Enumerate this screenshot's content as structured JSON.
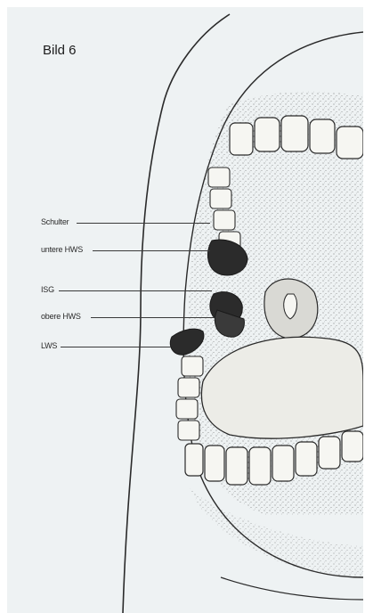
{
  "figure": {
    "title": "Bild 6",
    "labels": [
      {
        "id": "schulter",
        "text": "Schulter"
      },
      {
        "id": "untere-hws",
        "text": "untere HWS"
      },
      {
        "id": "isg",
        "text": "ISG"
      },
      {
        "id": "obere-hws",
        "text": "obere HWS"
      },
      {
        "id": "lws",
        "text": "LWS"
      }
    ]
  },
  "colors": {
    "background": "#eef2f3",
    "ink": "#1c1c1c",
    "highlight": "#2b2b2b"
  }
}
